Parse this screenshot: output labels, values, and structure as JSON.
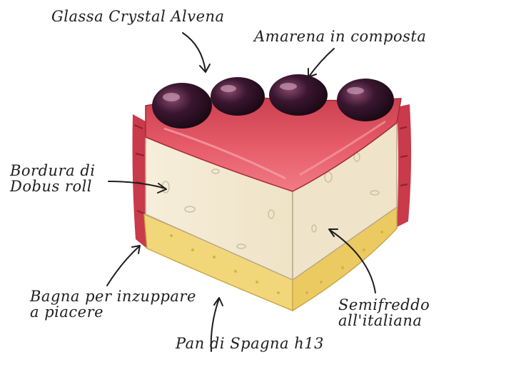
{
  "labels": {
    "glassa": "Glassa Crystal Alvena",
    "amarena": "Amarena in composta",
    "bordura": "Bordura di\nDobus roll",
    "bagna": "Bagna per inzuppare\na piacere",
    "semifreddo": "Semifreddo all'italiana",
    "pan": "Pan di Spagna h13"
  },
  "colors": {
    "glaze": "#e0505e",
    "cherry": "#3a1630",
    "cream": "#f4ecd8",
    "sponge": "#f2d77a",
    "border_roll": "#c93a4a",
    "ink": "#1e1e1e"
  }
}
